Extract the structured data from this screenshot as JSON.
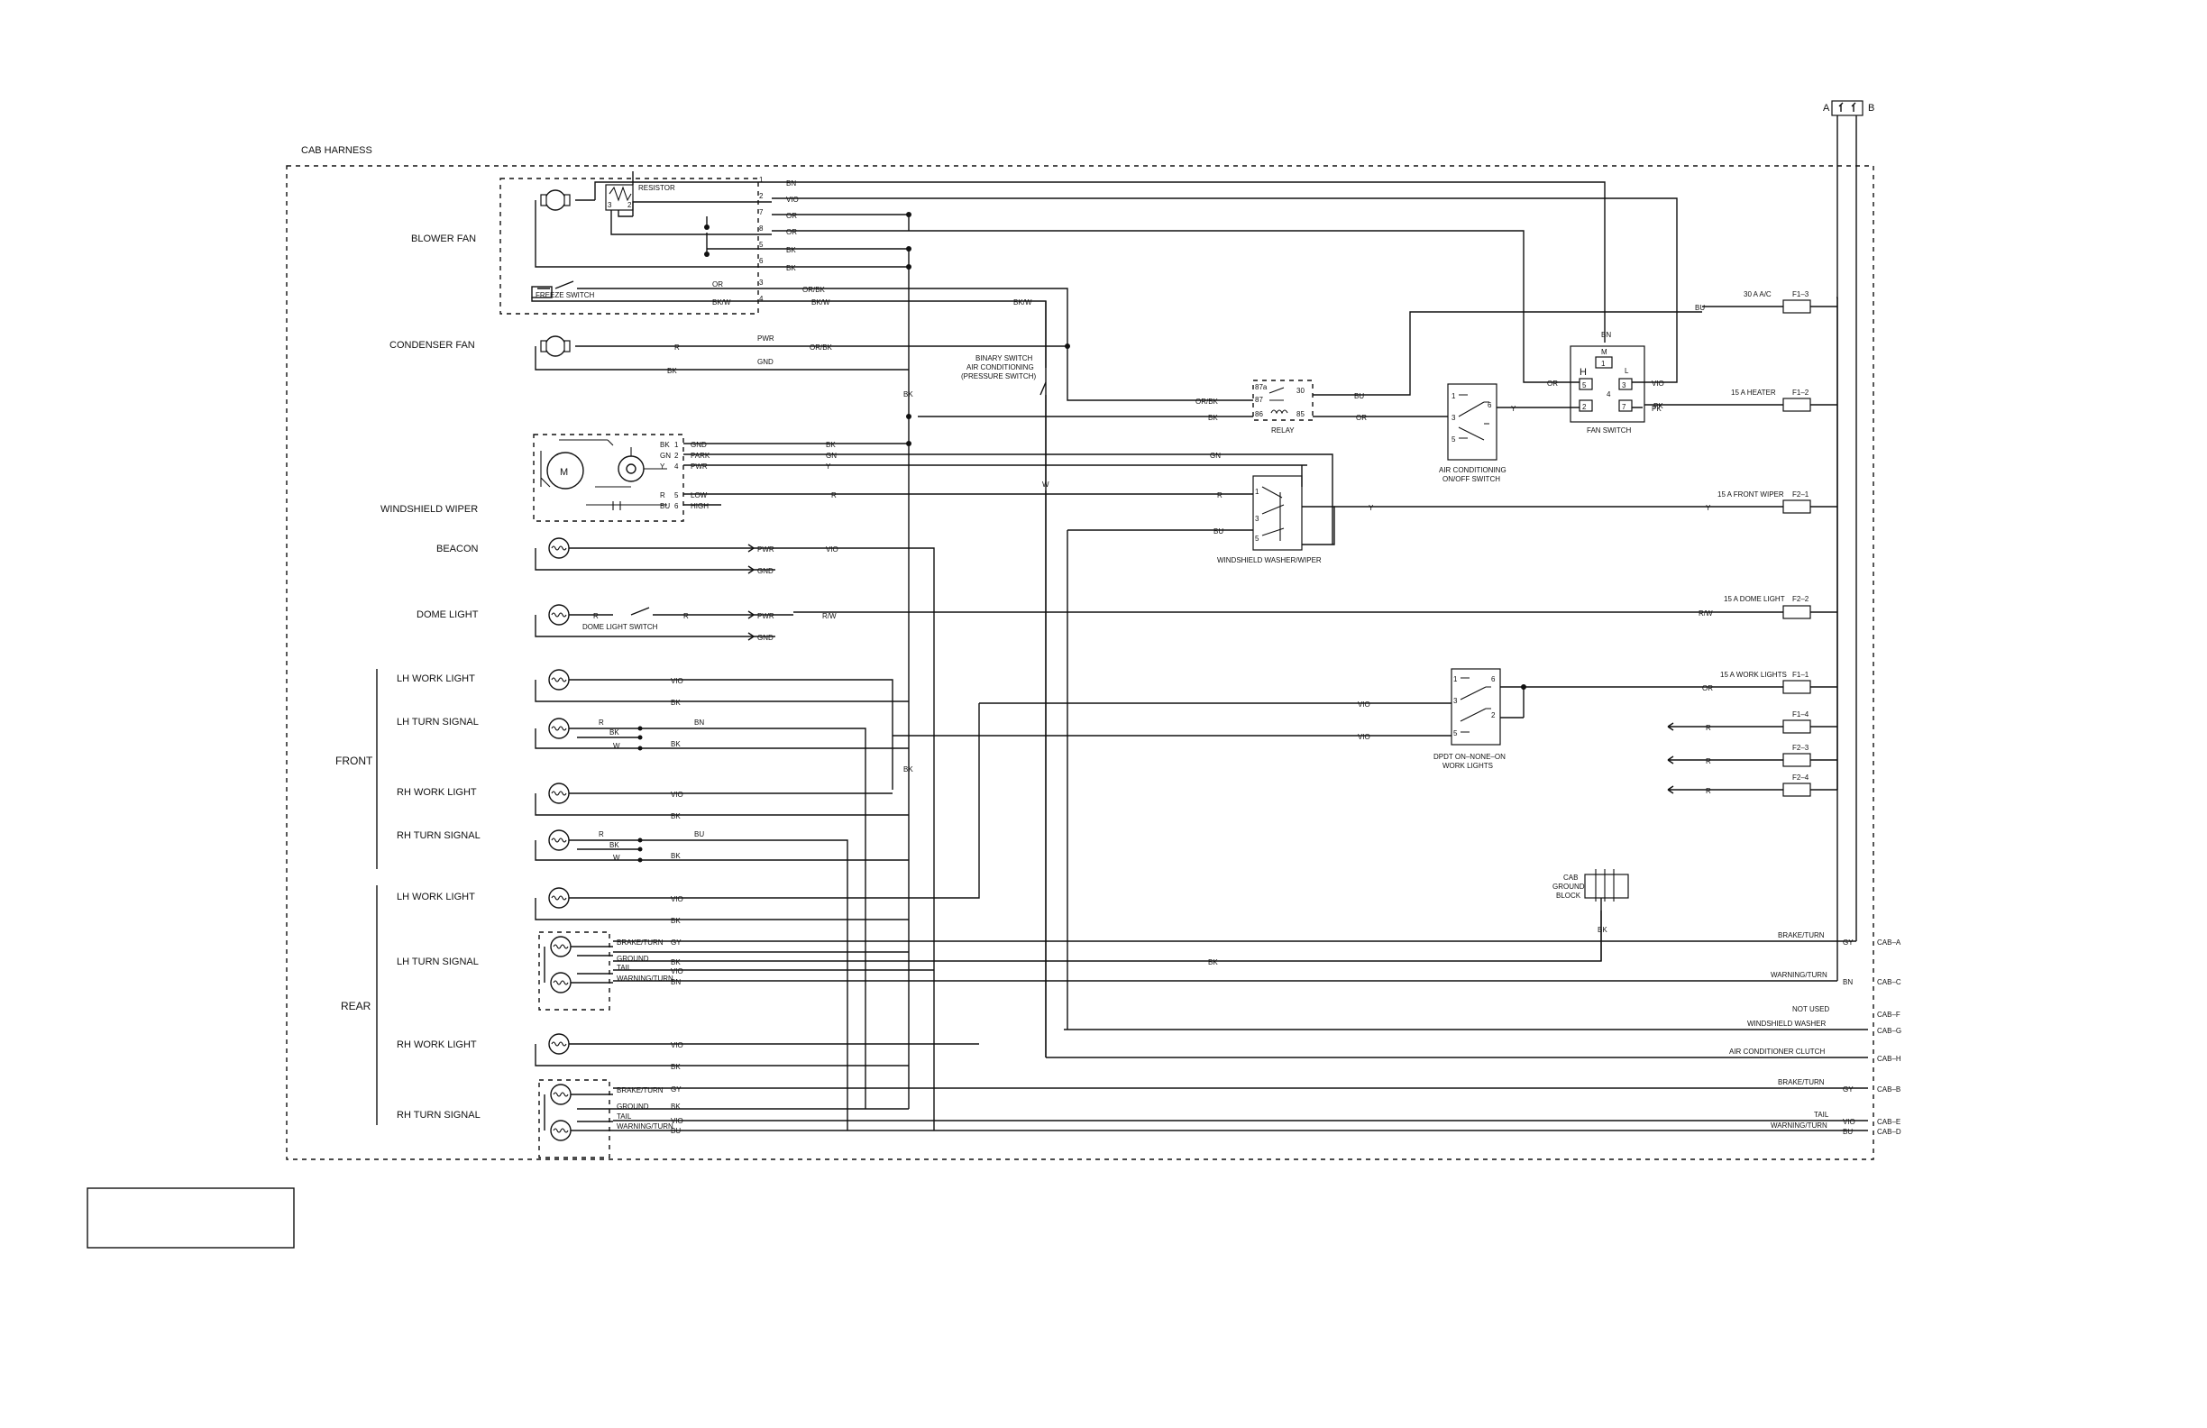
{
  "harness_title": "CAB HARNESS",
  "components": {
    "blower_fan": "BLOWER FAN",
    "condenser_fan": "CONDENSER FAN",
    "windshield_wiper": "WINDSHIELD WIPER",
    "beacon": "BEACON",
    "dome_light": "DOME LIGHT",
    "lh_work_light": "LH WORK LIGHT",
    "lh_turn_signal": "LH TURN SIGNAL",
    "rh_work_light": "RH WORK LIGHT",
    "rh_turn_signal": "RH TURN SIGNAL"
  },
  "groups": {
    "front": "FRONT",
    "rear": "REAR"
  },
  "labels": {
    "resistor": "RESISTOR",
    "freeze_switch": "FREEZE SWITCH",
    "dome_light_switch": "DOME LIGHT SWITCH",
    "binary_switch": [
      "BINARY SWITCH",
      "AIR CONDITIONING",
      "(PRESSURE SWITCH)"
    ],
    "relay": "RELAY",
    "relay_pins": [
      "87a",
      "87",
      "86",
      "30",
      "85"
    ],
    "windshield_washer_wiper": "WINDSHIELD WASHER/WIPER",
    "ac_switch": [
      "AIR CONDITIONING",
      "ON/OFF SWITCH"
    ],
    "fan_switch": "FAN SWITCH",
    "fan_switch_pins": [
      "M",
      "H",
      "L",
      "1",
      "2",
      "3",
      "4",
      "5",
      "7"
    ],
    "work_lights_switch": [
      "DPDT ON–NONE–ON",
      "WORK LIGHTS"
    ],
    "cab_ground_block": [
      "CAB",
      "GROUND",
      "BLOCK"
    ],
    "wiper_terms": [
      "GND",
      "PARK",
      "PWR",
      "LOW",
      "HIGH"
    ],
    "wiper_pins": [
      "1",
      "2",
      "4",
      "5",
      "6"
    ],
    "motor": "M",
    "switch_pins": [
      "1",
      "2",
      "3",
      "4",
      "5",
      "6"
    ],
    "turn_taps": [
      "BRAKE/TURN",
      "GROUND",
      "TAIL",
      "WARNING/TURN"
    ],
    "plug_pins": [
      "A",
      "B"
    ]
  },
  "blower_pins": [
    "1",
    "2",
    "7",
    "8",
    "5",
    "6",
    "3",
    "4"
  ],
  "wires": {
    "BN": "BN",
    "VIO": "VIO",
    "OR": "OR",
    "BK": "BK",
    "ORBK": "OR/BK",
    "BKW": "BK/W",
    "PWR": "PWR",
    "GND": "GND",
    "Y": "Y",
    "GN": "GN",
    "R": "R",
    "BU": "BU",
    "RW": "R/W",
    "W": "W",
    "PK": "PK",
    "GY": "GY"
  },
  "fuses": [
    {
      "label": "30 A  A/C",
      "id": "F1–3"
    },
    {
      "label": "15 A  HEATER",
      "id": "F1–2"
    },
    {
      "label": "15 A  FRONT WIPER",
      "id": "F2–1"
    },
    {
      "label": "15 A  DOME LIGHT",
      "id": "F2–2"
    },
    {
      "label": "15 A  WORK LIGHTS",
      "id": "F1–1"
    },
    {
      "label": "",
      "id": "F1–4"
    },
    {
      "label": "",
      "id": "F2–3"
    },
    {
      "label": "",
      "id": "F2–4"
    }
  ],
  "cab_connectors": [
    {
      "func": "BRAKE/TURN",
      "color": "GY",
      "pin": "CAB–A"
    },
    {
      "func": "WARNING/TURN",
      "color": "BN",
      "pin": "CAB–C"
    },
    {
      "func": "NOT USED",
      "color": "",
      "pin": "CAB–F"
    },
    {
      "func": "WINDSHIELD WASHER",
      "color": "",
      "pin": "CAB–G"
    },
    {
      "func": "AIR CONDITIONER CLUTCH",
      "color": "",
      "pin": "CAB–H"
    },
    {
      "func": "BRAKE/TURN",
      "color": "GY",
      "pin": "CAB–B"
    },
    {
      "func": "TAIL",
      "color": "VIO",
      "pin": "CAB–E"
    },
    {
      "func": "WARNING/TURN",
      "color": "BU",
      "pin": "CAB–D"
    }
  ],
  "colors": {
    "ink": "#111111",
    "paper": "#ffffff"
  }
}
